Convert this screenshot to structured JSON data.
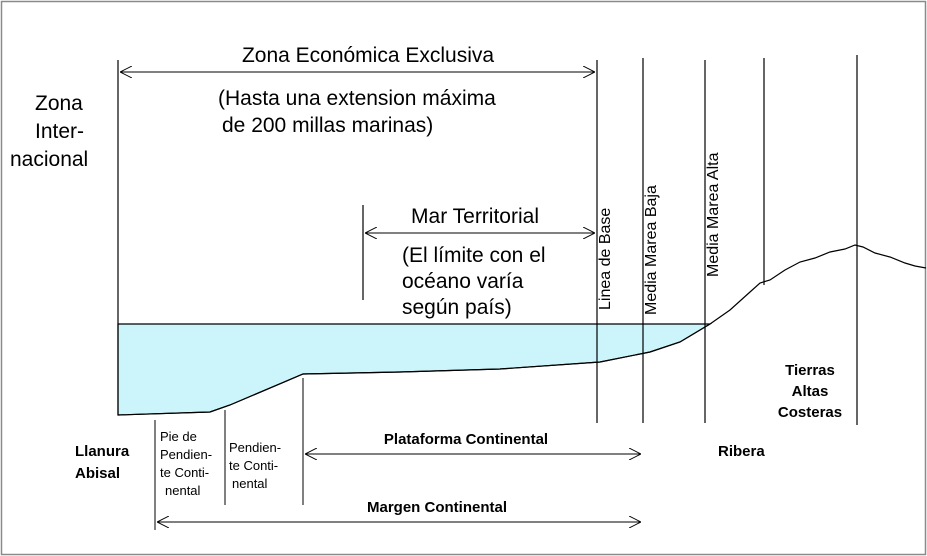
{
  "zones": {
    "zee_title": "Zona Económica Exclusiva",
    "zee_note": [
      "(Hasta una extension máxima",
      "de 200 millas marinas)"
    ],
    "international": [
      "Zona",
      "Inter-",
      "nacional"
    ],
    "territorial_title": "Mar Territorial",
    "territorial_note": [
      "(El límite con el",
      "océano varía",
      "según país)"
    ]
  },
  "reference_lines": {
    "baseline": "Linea de Base",
    "low_tide": "Media Marea Baja",
    "high_tide": "Media Marea Alta"
  },
  "regions": {
    "abyssal_plain": [
      "Llanura",
      "Abisal"
    ],
    "slope_foot": [
      "Pie de",
      "Pendien-",
      "te Conti-",
      "nental"
    ],
    "slope": [
      "Pendien-",
      "te Conti-",
      "nental"
    ],
    "shelf": "Plataforma Continental",
    "margin": "Margen Continental",
    "shore": "Ribera",
    "highlands": [
      "Tierras",
      "Altas",
      "Costeras"
    ]
  },
  "colors": {
    "water": "#ccf5fb",
    "lines": "#000000",
    "frame": "#8a8a8a"
  }
}
